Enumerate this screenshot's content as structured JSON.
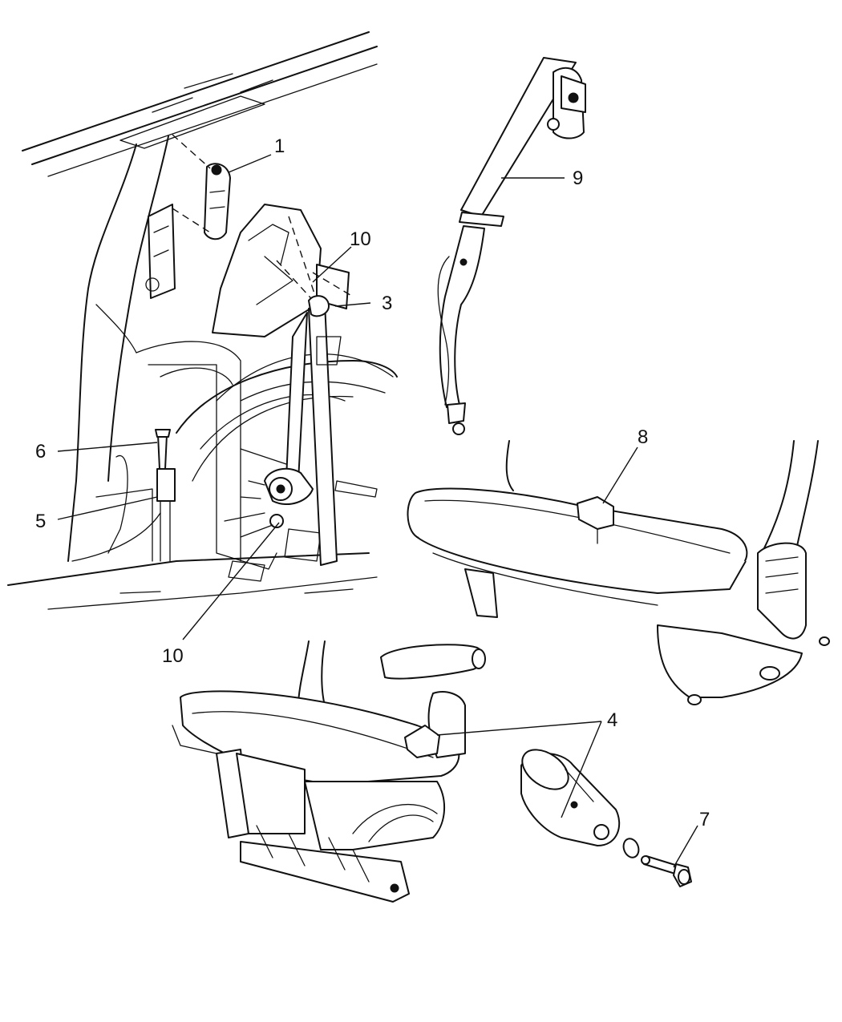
{
  "callouts": [
    {
      "id": "c1",
      "label": "1",
      "part": "upper anchor / turning loop"
    },
    {
      "id": "c10a",
      "label": "10",
      "part": "anchor bolt (upper)"
    },
    {
      "id": "c3",
      "label": "3",
      "part": "d-ring bracket"
    },
    {
      "id": "c9",
      "label": "9",
      "part": "seat belt assembly"
    },
    {
      "id": "c6",
      "label": "6",
      "part": "bolt"
    },
    {
      "id": "c5",
      "label": "5",
      "part": "bracket"
    },
    {
      "id": "c8",
      "label": "8",
      "part": "buckle"
    },
    {
      "id": "c10b",
      "label": "10",
      "part": "anchor bolt (lower)"
    },
    {
      "id": "c4",
      "label": "4",
      "part": "buckle"
    },
    {
      "id": "c7",
      "label": "7",
      "part": "bolt"
    }
  ]
}
